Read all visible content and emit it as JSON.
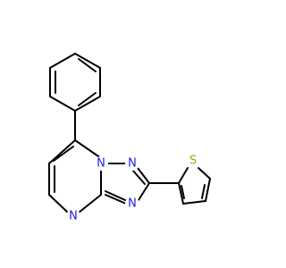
{
  "molecule": {
    "atoms": {
      "n1": {
        "symbol": "N",
        "color": "#1f1fe0"
      },
      "n2": {
        "symbol": "N",
        "color": "#1f1fe0"
      },
      "n3": {
        "symbol": "N",
        "color": "#1f1fe0"
      },
      "n4": {
        "symbol": "N",
        "color": "#1f1fe0"
      },
      "s1": {
        "symbol": "S",
        "color": "#b8a000"
      }
    },
    "bond_color": "#000000"
  }
}
